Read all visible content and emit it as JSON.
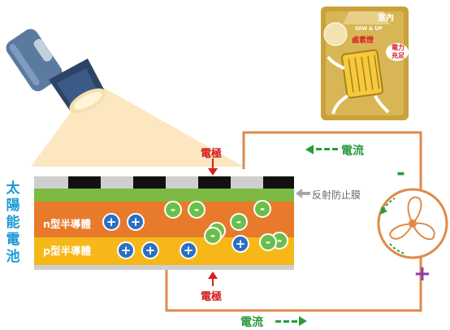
{
  "cell_title_chars": [
    "太",
    "陽",
    "能",
    "電",
    "池"
  ],
  "electrode_top": "電極",
  "electrode_bottom": "電極",
  "antireflection": "反射防止膜",
  "n_layer": "n型半導體",
  "p_layer": "p型半導體",
  "current_top": "電流",
  "current_bottom": "電流",
  "badge": {
    "indoor": "室內",
    "spec": "50W & UP",
    "lamp": "鹵素燈",
    "bubble_line1": "電力",
    "bubble_line2": "充足"
  },
  "terminal_minus": "-",
  "terminal_plus": "+",
  "holes": [
    "+",
    "+",
    "+",
    "+",
    "+",
    "+"
  ],
  "electrons": [
    "-",
    "-",
    "-",
    "-",
    "-",
    "-",
    "-",
    "-"
  ],
  "colors": {
    "blue_title": "#1a9ad6",
    "n_layer": "#e87a2c",
    "p_layer": "#f5b818",
    "green_top": "#7dba43",
    "wire": "#e08a4a",
    "electrode_red": "#d32020",
    "current_green": "#2a9a3c",
    "hole_blue": "#2a6fc4",
    "electron_green": "#6abf4b",
    "badge_gold": "#c9a23a",
    "plus_purple": "#8a3fa8"
  }
}
